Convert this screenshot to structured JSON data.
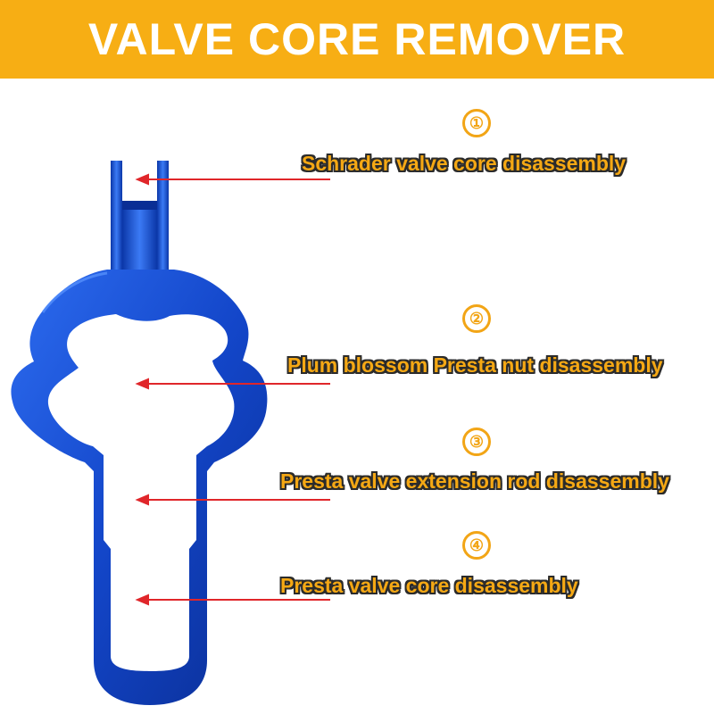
{
  "title": "VALVE CORE REMOVER",
  "colors": {
    "banner": "#f7ae14",
    "title_text": "#ffffff",
    "tool_blue": "#1346c9",
    "arrow_red": "#e0262a",
    "label_fill": "#f5a814",
    "label_outline": "#2b2b2b"
  },
  "features": [
    {
      "number": "①",
      "label": "Schrader valve core disassembly"
    },
    {
      "number": "②",
      "label": "Plum blossom Presta nut disassembly"
    },
    {
      "number": "③",
      "label": "Presta valve extension rod disassembly"
    },
    {
      "number": "④",
      "label": "Presta valve core disassembly"
    }
  ]
}
